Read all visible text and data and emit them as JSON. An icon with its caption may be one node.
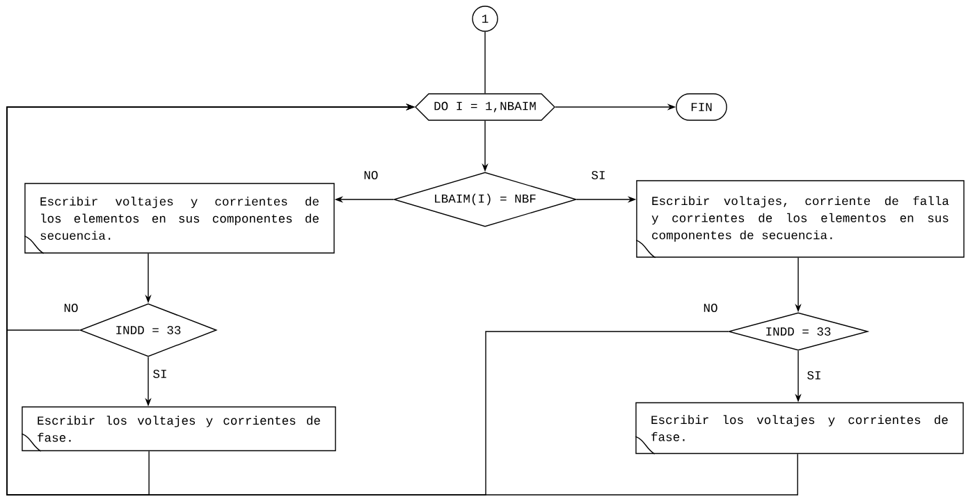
{
  "diagram": {
    "nodes": [
      {
        "text": [
          "1"
        ]
      },
      {
        "text": [
          "DO I = 1,NBAIM"
        ]
      },
      {
        "text": [
          "FIN"
        ]
      },
      {
        "text": [
          "LBAIM(I) = NBF"
        ]
      },
      {
        "text": [
          "Escribir voltajes y corrientes de los elementos en sus componentes de secuencia."
        ]
      },
      {
        "text": [
          "Escribir voltajes, corriente de falla y corrientes de los elementos en sus componentes de secuencia."
        ]
      },
      {
        "text": [
          "INDD = 33"
        ]
      },
      {
        "text": [
          "INDD = 33"
        ]
      },
      {
        "text": [
          "Escribir los voltajes y corrientes de fase."
        ]
      },
      {
        "text": [
          "Escribir los voltajes y corrientes de fase."
        ]
      }
    ],
    "edges": [
      {
        "from": 0,
        "to": 1,
        "arrow": "none"
      },
      {
        "from": 1,
        "to": 2,
        "arrow": "to"
      },
      {
        "from": 1,
        "to": 3,
        "arrow": "to"
      },
      {
        "from": 3,
        "to": 4,
        "arrow": "to",
        "label": "NO"
      },
      {
        "from": 3,
        "to": 5,
        "arrow": "to",
        "label": "SI"
      },
      {
        "from": 4,
        "to": 6,
        "arrow": "to"
      },
      {
        "from": 5,
        "to": 7,
        "arrow": "to"
      },
      {
        "from": 6,
        "to": 1,
        "arrow": "to",
        "label": "NO"
      },
      {
        "from": 6,
        "to": 8,
        "arrow": "to",
        "label": "SI"
      },
      {
        "from": 7,
        "to": 1,
        "arrow": "to",
        "label": "NO"
      },
      {
        "from": 7,
        "to": 9,
        "arrow": "to",
        "label": "SI"
      },
      {
        "from": 8,
        "to": 1,
        "arrow": "to"
      },
      {
        "from": 9,
        "to": 1,
        "arrow": "to"
      }
    ]
  }
}
